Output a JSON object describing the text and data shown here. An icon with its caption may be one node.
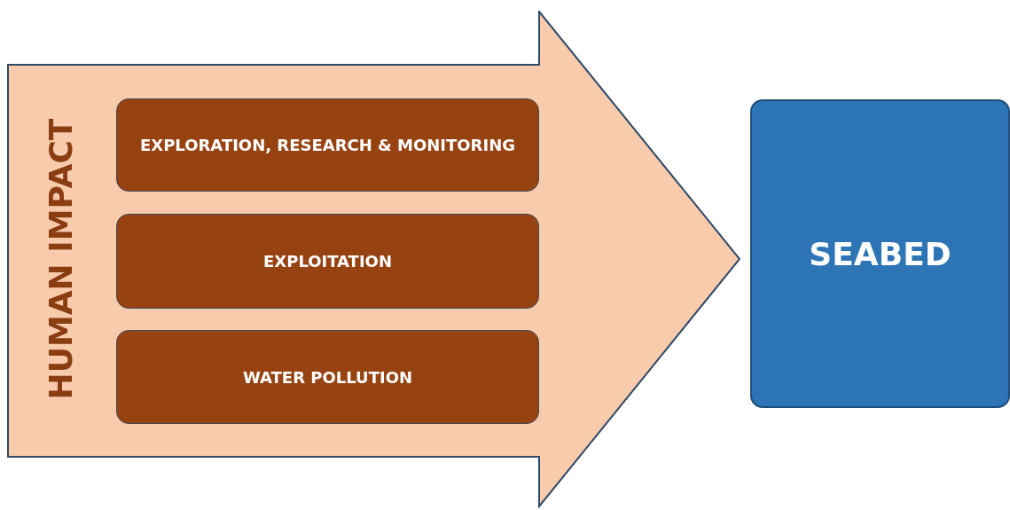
{
  "diagram": {
    "nodes": [
      {
        "text": [
          "HUMAN IMPACT"
        ]
      },
      {
        "text": [
          "EXPLORATION, RESEARCH & MONITORING"
        ],
        "in": 0
      },
      {
        "text": [
          "EXPLOITATION"
        ],
        "in": 0
      },
      {
        "text": [
          "WATER POLLUTION"
        ],
        "in": 0
      },
      {
        "text": [
          "SEABED"
        ]
      }
    ]
  }
}
